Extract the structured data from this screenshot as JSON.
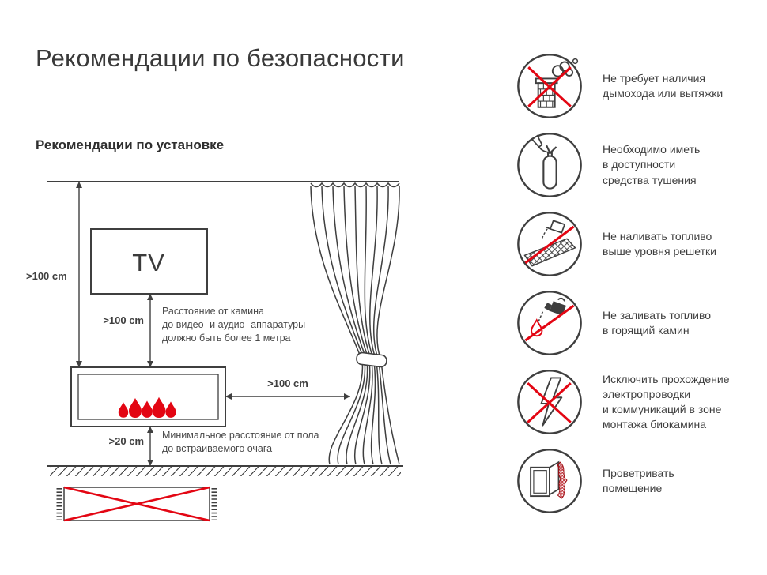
{
  "page": {
    "title": "Рекомендации по безопасности",
    "subtitle": "Рекомендации по установке"
  },
  "colors": {
    "accent_red": "#e30613",
    "line_dark": "#3f3f3f"
  },
  "diagram": {
    "tv_label": "TV",
    "dim_wall": ">100 cm",
    "dim_tv": ">100 cm",
    "dim_curtain": ">100 cm",
    "dim_floor": ">20 cm",
    "note_tv_lines": [
      "Расстояние от камина",
      "до видео- и аудио- аппаратуры",
      "должно быть более 1 метра"
    ],
    "note_floor_lines": [
      "Минимальное расстояние от пола",
      "до встраиваемого очага"
    ]
  },
  "safety": {
    "items": [
      {
        "icon": "no-chimney-icon",
        "text": "Не требует наличия\nдымохода или вытяжки"
      },
      {
        "icon": "fire-extinguisher-icon",
        "text": "Необходимо иметь\nв доступности\nсредства тушения"
      },
      {
        "icon": "no-fuel-above-grate-icon",
        "text": "Не наливать топливо\nвыше уровня решетки"
      },
      {
        "icon": "no-fuel-burning-icon",
        "text": "Не заливать топливо\nв горящий камин"
      },
      {
        "icon": "no-wiring-icon",
        "text": "Исключить прохождение\nэлектропроводки\nи коммуникаций в зоне\nмонтажа биокамина"
      },
      {
        "icon": "ventilate-icon",
        "text": "Проветривать\nпомещение"
      }
    ]
  }
}
